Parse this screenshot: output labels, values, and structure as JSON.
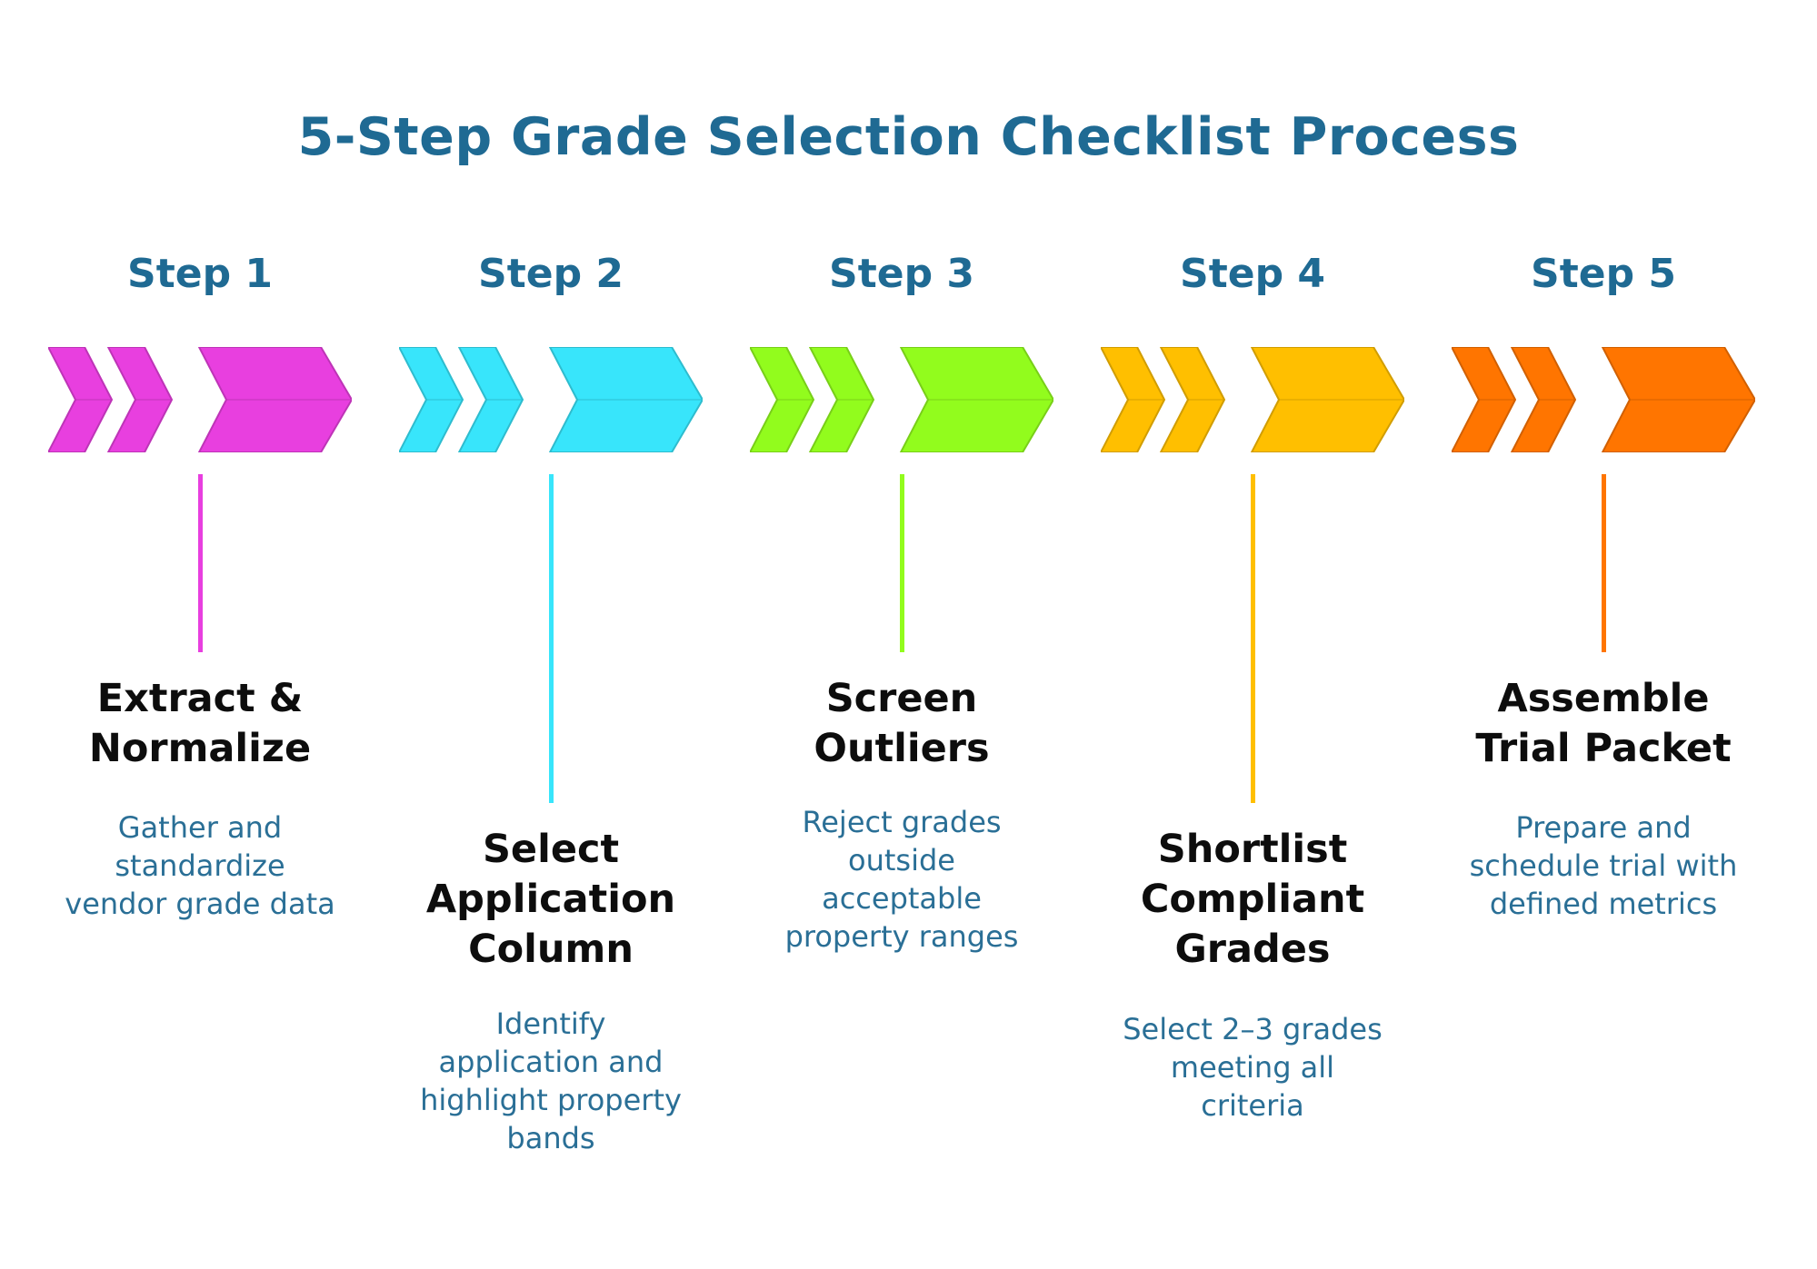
{
  "title": "5-Step Grade Selection Checklist Process",
  "colors": {
    "title": "#1f6a93",
    "heading": "#0d0d0d",
    "description": "#2a6f96"
  },
  "steps": [
    {
      "label": "Step 1",
      "color": "#e83fdf",
      "heading": [
        "Extract &",
        "Normalize"
      ],
      "description": [
        "Gather and",
        "standardize",
        "vendor grade data"
      ]
    },
    {
      "label": "Step 2",
      "color": "#38e5fb",
      "heading": [
        "Select",
        "Application",
        "Column"
      ],
      "description": [
        "Identify",
        "application and",
        "highlight property",
        "bands"
      ]
    },
    {
      "label": "Step 3",
      "color": "#92fc1d",
      "heading": [
        "Screen",
        "Outliers"
      ],
      "description": [
        "Reject grades",
        "outside",
        "acceptable",
        "property ranges"
      ]
    },
    {
      "label": "Step 4",
      "color": "#ffbf00",
      "heading": [
        "Shortlist",
        "Compliant",
        "Grades"
      ],
      "description": [
        "Select 2–3 grades",
        "meeting all",
        "criteria"
      ]
    },
    {
      "label": "Step 5",
      "color": "#ff7500",
      "heading": [
        "Assemble",
        "Trial Packet"
      ],
      "description": [
        "Prepare and",
        "schedule trial with",
        "defined metrics"
      ]
    }
  ]
}
